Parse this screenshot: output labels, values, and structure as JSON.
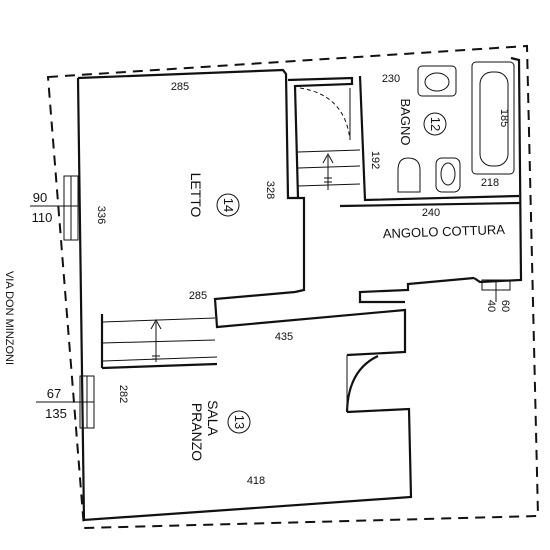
{
  "street": {
    "label": "VIA DON MINZONI"
  },
  "rooms": [
    {
      "name": "LETTO",
      "number": "14"
    },
    {
      "name": "BAGNO",
      "number": "12"
    },
    {
      "name_line1": "SALA",
      "name_line2": "PRANZO",
      "number": "13"
    },
    {
      "name": "ANGOLO COTTURA"
    }
  ],
  "dimensions": {
    "letto_top": "285",
    "letto_left": "336",
    "letto_right": "328",
    "letto_bottom": "285",
    "bagno_top": "230",
    "bagno_left": "192",
    "bathtub": "185",
    "bagno_bottom_right": "218",
    "cottura_top": "240",
    "corridor": "435",
    "pranzo_left": "282",
    "pranzo_bottom": "418"
  },
  "windows": [
    {
      "top": "90",
      "bottom": "110"
    },
    {
      "top": "67",
      "bottom": "135"
    },
    {
      "top": "60",
      "bottom": "40"
    }
  ]
}
